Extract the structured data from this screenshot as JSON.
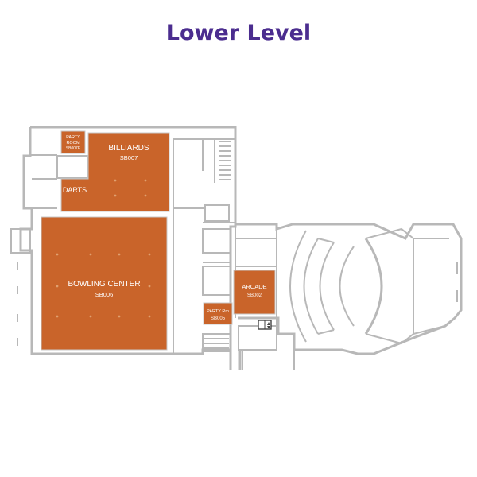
{
  "title": "Lower Level",
  "colors": {
    "title": "#4b2d8f",
    "room_fill": "#c9642a",
    "walls": "#b8b8b8",
    "elevator": "#444444"
  },
  "rooms": {
    "party_room_small": {
      "line1": "PARTY",
      "line2": "ROOM",
      "code": "SB007E"
    },
    "billiards": {
      "name": "BILLIARDS",
      "code": "SB007"
    },
    "darts": {
      "name": "DARTS"
    },
    "bowling": {
      "name": "BOWLING CENTER",
      "code": "SB006"
    },
    "arcade": {
      "name": "ARCADE",
      "code": "SB002"
    },
    "party_rm": {
      "name": "PARTY Rm",
      "code": "SB005"
    }
  },
  "icons": {
    "elevator": "elevator-icon"
  }
}
